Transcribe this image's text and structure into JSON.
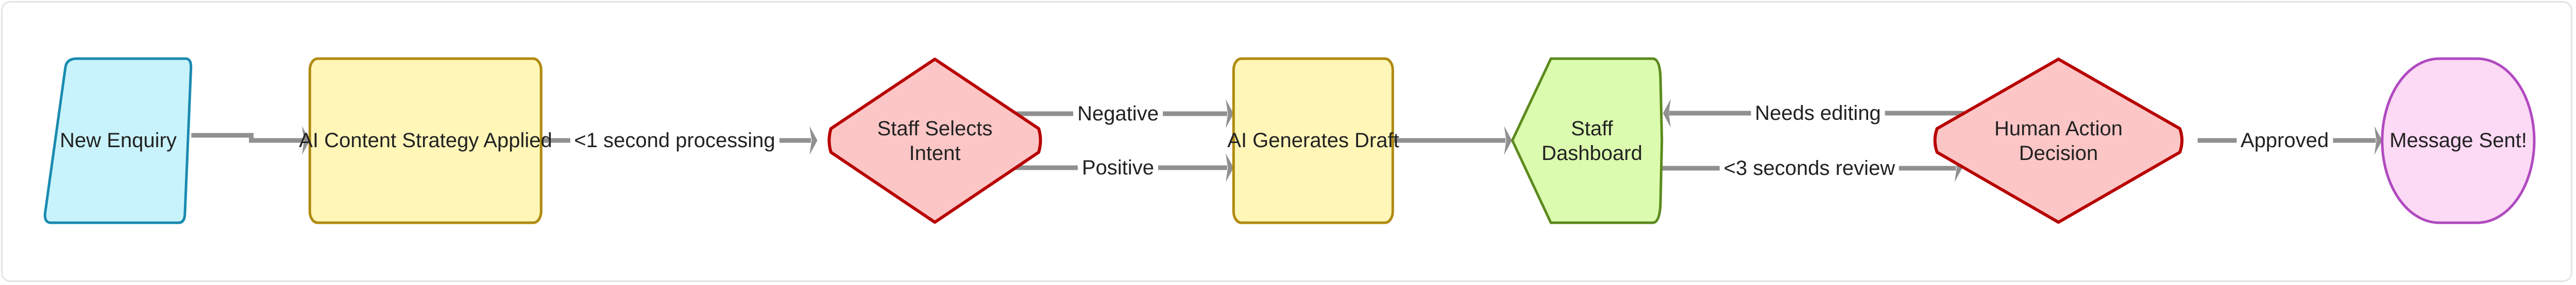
{
  "nodes": {
    "new_enquiry": {
      "label": "New Enquiry",
      "fill": "#c9f3fc",
      "stroke": "#1a8bb0"
    },
    "ai_content_strategy": {
      "label": "AI Content Strategy Applied",
      "fill": "#fff6b8",
      "stroke": "#b08a10"
    },
    "staff_selects_intent": {
      "label_line1": "Staff Selects",
      "label_line2": "Intent",
      "fill": "#fcc6c6",
      "stroke": "#b80000"
    },
    "ai_generates_draft": {
      "label": "AI Generates Draft",
      "fill": "#fff6b8",
      "stroke": "#b08a10"
    },
    "staff_dashboard": {
      "label_line1": "Staff",
      "label_line2": "Dashboard",
      "fill": "#dbfbae",
      "stroke": "#5b8a1e"
    },
    "human_action_decision": {
      "label_line1": "Human Action",
      "label_line2": "Decision",
      "fill": "#fcc6c6",
      "stroke": "#b80000"
    },
    "message_sent": {
      "label": "Message Sent!",
      "fill": "#fcd9f4",
      "stroke": "#b04ac0"
    }
  },
  "edges": {
    "processing": {
      "label": "<1 second processing"
    },
    "negative": {
      "label": "Negative"
    },
    "positive": {
      "label": "Positive"
    },
    "needs_editing": {
      "label": "Needs editing"
    },
    "review": {
      "label": "<3 seconds review"
    },
    "approved": {
      "label": "Approved"
    }
  },
  "edge_color": "#909090"
}
